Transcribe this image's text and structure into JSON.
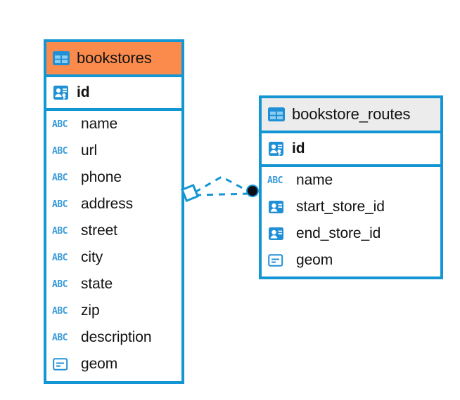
{
  "diagram": {
    "type": "entity-relationship-diagram",
    "colors": {
      "border": "#1496d4",
      "header_selected": "#fb8b4c",
      "header_default": "#ececec",
      "icon_blue": "#1f8fd0",
      "text": "#121212",
      "connector": "#1496d4",
      "connector_endpoint": "#000000"
    },
    "entities": [
      {
        "name": "bookstores",
        "header_style": "accent-orange",
        "table_icon": "table-icon",
        "primary_key": {
          "label": "id",
          "icon": "primary-key-icon"
        },
        "fields": [
          {
            "label": "name",
            "icon": "abc-text-icon",
            "icon_text": "ABC"
          },
          {
            "label": "url",
            "icon": "abc-text-icon",
            "icon_text": "ABC"
          },
          {
            "label": "phone",
            "icon": "abc-text-icon",
            "icon_text": "ABC"
          },
          {
            "label": "address",
            "icon": "abc-text-icon",
            "icon_text": "ABC"
          },
          {
            "label": "street",
            "icon": "abc-text-icon",
            "icon_text": "ABC"
          },
          {
            "label": "city",
            "icon": "abc-text-icon",
            "icon_text": "ABC"
          },
          {
            "label": "state",
            "icon": "abc-text-icon",
            "icon_text": "ABC"
          },
          {
            "label": "zip",
            "icon": "abc-text-icon",
            "icon_text": "ABC"
          },
          {
            "label": "description",
            "icon": "abc-text-icon",
            "icon_text": "ABC"
          },
          {
            "label": "geom",
            "icon": "geometry-icon",
            "icon_text": ""
          }
        ]
      },
      {
        "name": "bookstore_routes",
        "header_style": "accent-gray",
        "table_icon": "table-icon",
        "primary_key": {
          "label": "id",
          "icon": "primary-key-icon"
        },
        "fields": [
          {
            "label": "name",
            "icon": "abc-text-icon",
            "icon_text": "ABC"
          },
          {
            "label": "start_store_id",
            "icon": "foreign-key-icon",
            "icon_text": ""
          },
          {
            "label": "end_store_id",
            "icon": "foreign-key-icon",
            "icon_text": ""
          },
          {
            "label": "geom",
            "icon": "geometry-icon",
            "icon_text": ""
          }
        ]
      }
    ],
    "relationship": {
      "from": "bookstores",
      "to": "bookstore_routes",
      "source_marker": "diamond-marker",
      "target_marker": "filled-circle-marker",
      "line_style": "dashed"
    }
  }
}
